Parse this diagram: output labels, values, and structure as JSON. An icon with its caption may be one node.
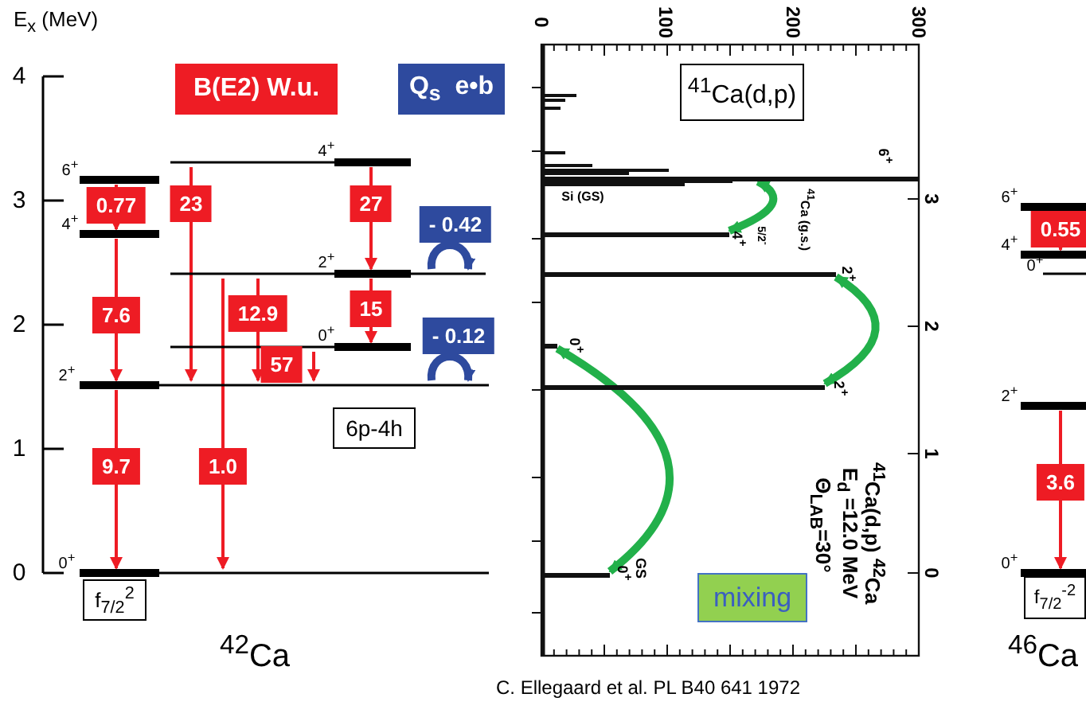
{
  "diagram": {
    "nodes": [
      {
        "text": [],
        "shape": "bar",
        "beside": [
          "0$^{+}$"
        ]
      },
      {
        "text": [],
        "shape": "bar",
        "beside": [
          "2$^{+}$"
        ]
      },
      {
        "text": [],
        "shape": "bar",
        "beside": [
          "4$^{+}$"
        ]
      },
      {
        "text": [],
        "shape": "bar",
        "beside": [
          "6$^{+}$"
        ]
      },
      {
        "text": [],
        "shape": "bar",
        "beside": [
          "0$^{+}$"
        ]
      },
      {
        "text": [],
        "shape": "bar",
        "beside": [
          "2$^{+}$"
        ]
      },
      {
        "text": [],
        "shape": "bar",
        "beside": [
          "4$^{+}$"
        ]
      },
      {
        "text": [
          "f$_{7/2}$$^{2}$"
        ]
      },
      {
        "text": [
          "6p-4h"
        ]
      },
      {
        "text": [
          "$^{41}$Ca(d,p)"
        ]
      },
      {
        "text": [
          "mixing"
        ]
      },
      {
        "text": [],
        "shape": "bar",
        "beside": [
          "0$^{+}$"
        ]
      },
      {
        "text": [],
        "shape": "bar",
        "beside": [
          "2$^{+}$"
        ]
      },
      {
        "text": [],
        "shape": "bar",
        "beside": [
          "4$^{+}$"
        ]
      },
      {
        "text": [],
        "shape": "bar",
        "beside": [
          "6$^{+}$"
        ]
      },
      {
        "text": [],
        "shape": "bar",
        "beside": [
          "0$^{+}$"
        ]
      },
      {
        "text": [
          "f$_{7/2}$$^{-2}$"
        ]
      },
      {
        "text": [],
        "shape": "bar",
        "beside": [
          "6$^{+}$"
        ]
      },
      {
        "text": [],
        "shape": "bar",
        "beside": [
          "4$^{+}$"
        ]
      },
      {
        "text": [],
        "shape": "bar",
        "beside": [
          "2$^{+}$"
        ]
      },
      {
        "text": [],
        "shape": "bar",
        "beside": [
          "0$^{+}$"
        ]
      },
      {
        "text": [],
        "shape": "bar",
        "beside": [
          "2$^{+}$"
        ]
      },
      {
        "text": [],
        "shape": "bar",
        "beside": [
          "GS",
          "0$^{+}$"
        ]
      }
    ],
    "edges": [
      {
        "from": 3,
        "to": 2,
        "arrow": "to",
        "label": "0.77"
      },
      {
        "from": 2,
        "to": 1,
        "arrow": "to",
        "label": "7.6"
      },
      {
        "from": 1,
        "to": 0,
        "arrow": "to",
        "label": "9.7"
      },
      {
        "from": 6,
        "to": 1,
        "arrow": "to",
        "label": "23"
      },
      {
        "from": 5,
        "to": 0,
        "arrow": "to",
        "label": "1.0"
      },
      {
        "from": 5,
        "to": 1,
        "arrow": "to",
        "label": "12.9"
      },
      {
        "from": 4,
        "to": 1,
        "arrow": "to",
        "label": "57"
      },
      {
        "from": 6,
        "to": 5,
        "arrow": "to",
        "label": "27"
      },
      {
        "from": 5,
        "to": 4,
        "arrow": "to",
        "label": "15"
      },
      {
        "from": 5,
        "to": 5,
        "arrow": "to",
        "label": "- 0.42",
        "color": "#2e4a9e",
        "style": "thick"
      },
      {
        "from": 1,
        "to": 1,
        "arrow": "to",
        "label": "- 0.12",
        "color": "#2e4a9e",
        "style": "thick"
      },
      {
        "from": 14,
        "to": 13,
        "arrow": "to",
        "label": "0.55"
      },
      {
        "from": 12,
        "to": 11,
        "arrow": "to",
        "label": "3.6"
      },
      {
        "from": 18,
        "to": 17,
        "arrow": "both",
        "color": "#22b04a",
        "style": "thick"
      },
      {
        "from": 19,
        "to": 21,
        "arrow": "both",
        "color": "#22b04a",
        "style": "thick"
      },
      {
        "from": 20,
        "to": 22,
        "arrow": "both",
        "color": "#22b04a",
        "style": "thick"
      }
    ],
    "labels": [
      "E$_{x}$ (MeV)",
      "4",
      "3",
      "2",
      "1",
      "0",
      "$^{42}$Ca",
      "0",
      "100",
      "200",
      "300",
      "Si (GS)",
      "$^{41}$Ca (g.s.)",
      "5/2$^{-}$",
      "3",
      "2",
      "1",
      "0",
      "$^{41}$Ca(d,p) $^{42}$Ca",
      "E$_{d}$ =12.0 MeV",
      "Θ$_{LAB}$=30°",
      "C. Ellegaard et al.  PL  B40  641  1972",
      "$^{46}$Ca"
    ],
    "legend": [
      {
        "text": "B(E2) W.u.",
        "color": "#ee1c24"
      },
      {
        "text": "Q$_{s}$  e•b",
        "color": "#2e4a9e"
      }
    ]
  }
}
